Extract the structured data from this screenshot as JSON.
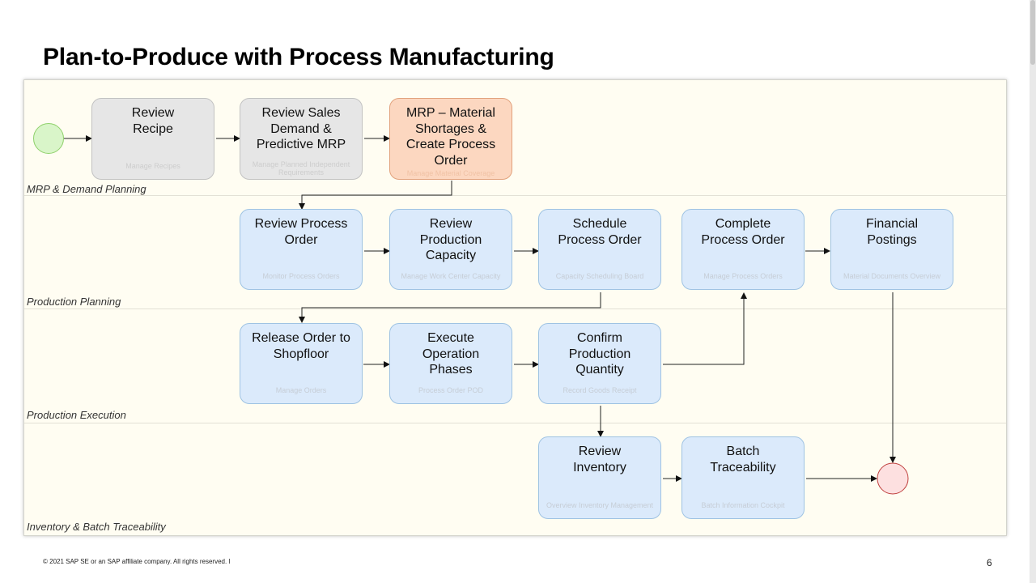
{
  "slide": {
    "title": "Plan-to-Produce with Process Manufacturing",
    "footer": "© 2021 SAP SE or an SAP affiliate company. All rights reserved.  ǀ",
    "page_number": "6"
  },
  "lanes": [
    {
      "label": "MRP & Demand Planning"
    },
    {
      "label": "Production Planning"
    },
    {
      "label": "Production Execution"
    },
    {
      "label": "Inventory & Batch Traceability"
    }
  ],
  "nodes": {
    "review_recipe": {
      "label": "Review\nRecipe",
      "app": "Manage Recipes"
    },
    "review_sales_demand": {
      "label": "Review Sales\nDemand &\nPredictive MRP",
      "app": "Manage Planned Independent\nRequirements"
    },
    "mrp_material_shortages": {
      "label": "MRP – Material\nShortages &\nCreate Process\nOrder",
      "app": "Manage Material Coverage"
    },
    "review_process_order": {
      "label": "Review Process\nOrder",
      "app": "Monitor Process Orders"
    },
    "review_production_capacity": {
      "label": "Review\nProduction\nCapacity",
      "app": "Manage Work Center Capacity"
    },
    "schedule_process_order": {
      "label": "Schedule\nProcess Order",
      "app": "Capacity Scheduling Board"
    },
    "complete_process_order": {
      "label": "Complete\nProcess Order",
      "app": "Manage Process Orders"
    },
    "financial_postings": {
      "label": "Financial\nPostings",
      "app": "Material Documents Overview"
    },
    "release_order": {
      "label": "Release Order to\nShopfloor",
      "app": "Manage Orders"
    },
    "execute_operation_phases": {
      "label": "Execute\nOperation\nPhases",
      "app": "Process Order POD"
    },
    "confirm_production_quantity": {
      "label": "Confirm\nProduction\nQuantity",
      "app": "Record Goods Receipt"
    },
    "review_inventory": {
      "label": "Review\nInventory",
      "app": "Overview Inventory Management"
    },
    "batch_traceability": {
      "label": "Batch\nTraceability",
      "app": "Batch Information Cockpit"
    }
  },
  "colors": {
    "default_step": "#dbeafb",
    "inactive_step": "#e6e6e6",
    "highlighted_step": "#fcd7c0",
    "start_event": "#d9f5c9",
    "end_event": "#fde0e0"
  }
}
